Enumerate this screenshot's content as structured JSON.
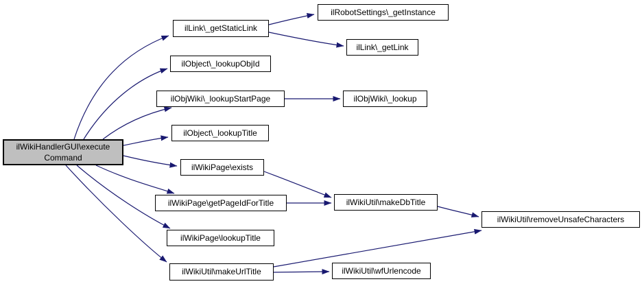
{
  "diagram": {
    "type": "call-graph",
    "colors": {
      "background": "#ffffff",
      "edge": "#191970",
      "node_border": "#000000",
      "node_fill": "#ffffff",
      "highlight_node_fill": "#bfbfbf"
    },
    "nodes": {
      "executeCommand": {
        "label": "ilWikiHandlerGUI\\executeCommand",
        "line1": "ilWikiHandlerGUI\\execute",
        "line2": "Command",
        "highlighted": true
      },
      "getStaticLink": {
        "label": "ilLink\\_getStaticLink"
      },
      "getInstance": {
        "label": "ilRobotSettings\\_getInstance"
      },
      "getLink": {
        "label": "ilLink\\_getLink"
      },
      "lookupObjId": {
        "label": "ilObject\\_lookupObjId"
      },
      "lookupStartPage": {
        "label": "ilObjWiki\\_lookupStartPage"
      },
      "lookup": {
        "label": "ilObjWiki\\_lookup"
      },
      "lookupTitle": {
        "label": "ilObject\\_lookupTitle"
      },
      "exists": {
        "label": "ilWikiPage\\exists"
      },
      "getPageIdForTitle": {
        "label": "ilWikiPage\\getPageIdForTitle"
      },
      "makeDbTitle": {
        "label": "ilWikiUtil\\makeDbTitle"
      },
      "wikiPageLookupTitle": {
        "label": "ilWikiPage\\lookupTitle"
      },
      "makeUrlTitle": {
        "label": "ilWikiUtil\\makeUrlTitle"
      },
      "wfUrlencode": {
        "label": "ilWikiUtil\\wfUrlencode"
      },
      "removeUnsafeCharacters": {
        "label": "ilWikiUtil\\removeUnsafeCharacters"
      }
    },
    "edges": [
      {
        "from": "executeCommand",
        "to": "getStaticLink"
      },
      {
        "from": "executeCommand",
        "to": "lookupObjId"
      },
      {
        "from": "executeCommand",
        "to": "lookupStartPage"
      },
      {
        "from": "executeCommand",
        "to": "lookupTitle"
      },
      {
        "from": "executeCommand",
        "to": "exists"
      },
      {
        "from": "executeCommand",
        "to": "getPageIdForTitle"
      },
      {
        "from": "executeCommand",
        "to": "wikiPageLookupTitle"
      },
      {
        "from": "executeCommand",
        "to": "makeUrlTitle"
      },
      {
        "from": "getStaticLink",
        "to": "getInstance"
      },
      {
        "from": "getStaticLink",
        "to": "getLink"
      },
      {
        "from": "lookupStartPage",
        "to": "lookup"
      },
      {
        "from": "exists",
        "to": "makeDbTitle"
      },
      {
        "from": "getPageIdForTitle",
        "to": "makeDbTitle"
      },
      {
        "from": "makeDbTitle",
        "to": "removeUnsafeCharacters"
      },
      {
        "from": "makeUrlTitle",
        "to": "removeUnsafeCharacters"
      },
      {
        "from": "makeUrlTitle",
        "to": "wfUrlencode"
      }
    ]
  }
}
